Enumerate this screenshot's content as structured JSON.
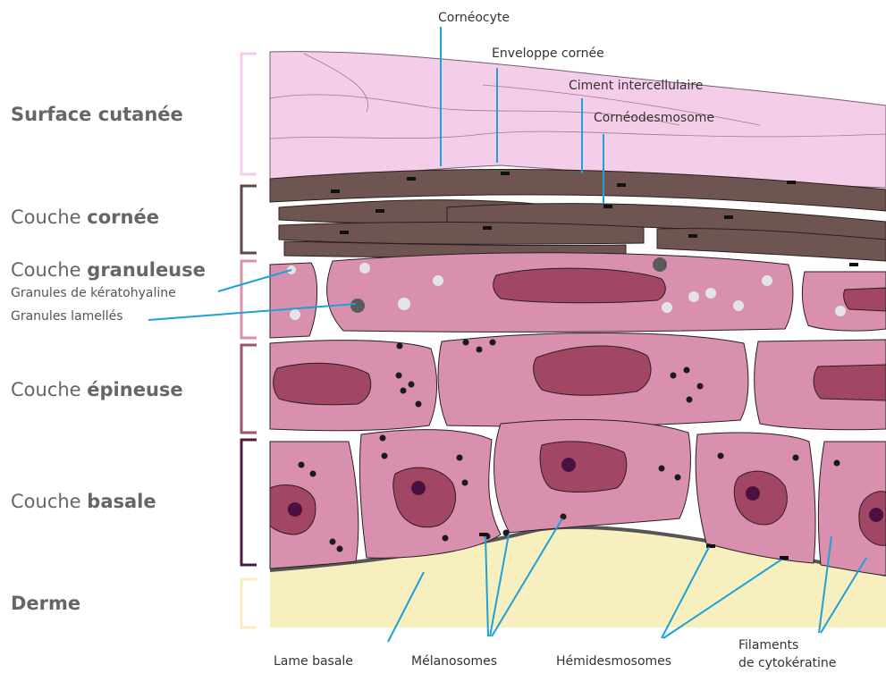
{
  "layers": {
    "surface": {
      "prefix": "",
      "bold": "Surface cutanée",
      "color": "#f4cde8"
    },
    "cornee": {
      "prefix": "Couche ",
      "bold": "cornée",
      "color": "#5e4a47"
    },
    "granuleuse": {
      "prefix": "Couche ",
      "bold": "granuleuse",
      "color": "#d98fae"
    },
    "epineuse": {
      "prefix": "Couche ",
      "bold": "épineuse",
      "color": "#9c5670"
    },
    "basale": {
      "prefix": "Couche ",
      "bold": "basale",
      "color": "#4a1c42"
    },
    "derme": {
      "prefix": "",
      "bold": "Derme",
      "color": "#f8efbf"
    }
  },
  "sublabels": {
    "keratohyaline": "Granules de kératohyaline",
    "lamelles": "Granules lamellés"
  },
  "annotations": {
    "corneocyte": "Cornéocyte",
    "enveloppe": "Enveloppe cornée",
    "ciment": "Ciment intercellulaire",
    "corneodesmosome": "Cornéodesmosome",
    "lame_basale": "Lame basale",
    "melanosomes": "Mélanosomes",
    "hemidesmosomes": "Hémidesmosomes",
    "filaments_1": "Filaments",
    "filaments_2": "de cytokératine"
  },
  "colors": {
    "leader_line": "#1da1d6",
    "cell_fill": "#d98fae",
    "nucleus": "#a14664",
    "nucleolus": "#4a1040",
    "corneocyte": "#6f5551",
    "surface": "#f4cde8",
    "derme": "#f8efbf"
  }
}
